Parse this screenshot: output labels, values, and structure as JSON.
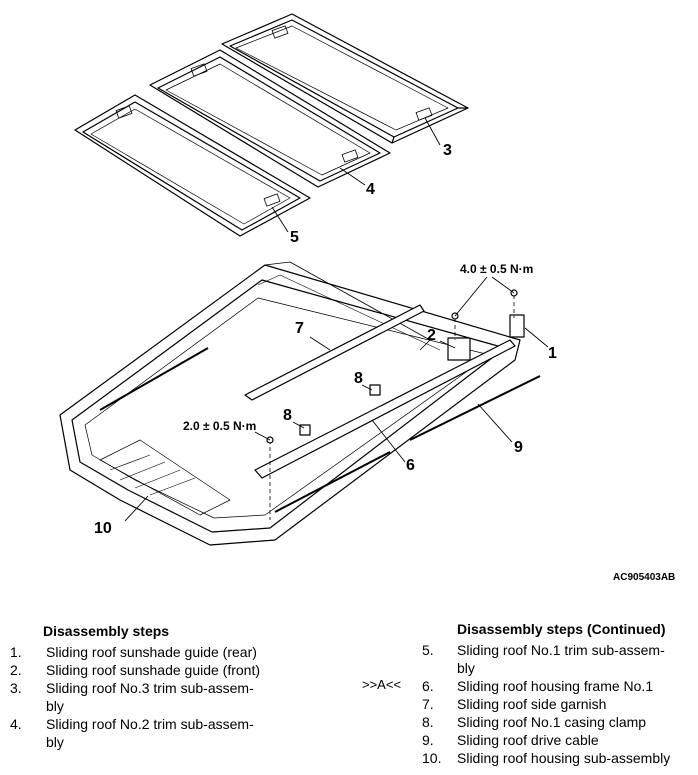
{
  "figure": {
    "id": "AC905403AB",
    "callouts": [
      "1",
      "2",
      "3",
      "4",
      "5",
      "6",
      "7",
      "8",
      "8",
      "9",
      "10"
    ],
    "torque_upper": "4.0 ± 0.5 N·m",
    "torque_lower": "2.0 ± 0.5 N·m"
  },
  "left_steps": {
    "title": "Disassembly steps",
    "items": [
      {
        "num": "1.",
        "lines": [
          "Sliding roof sunshade guide (rear)"
        ]
      },
      {
        "num": "2.",
        "lines": [
          "Sliding roof sunshade guide (front)"
        ]
      },
      {
        "num": "3.",
        "lines": [
          "Sliding roof No.3 trim sub-assem-",
          "bly"
        ]
      },
      {
        "num": "4.",
        "lines": [
          "Sliding roof No.2 trim sub-assem-",
          "bly"
        ]
      }
    ]
  },
  "right_steps": {
    "title": "Disassembly steps (Continued)",
    "marker": ">>A<<",
    "items": [
      {
        "num": "5.",
        "lines": [
          "Sliding roof No.1 trim sub-assem-",
          "bly"
        ]
      },
      {
        "num": "6.",
        "lines": [
          "Sliding roof housing frame No.1"
        ]
      },
      {
        "num": "7.",
        "lines": [
          "Sliding roof side garnish"
        ]
      },
      {
        "num": "8.",
        "lines": [
          "Sliding roof No.1 casing clamp"
        ]
      },
      {
        "num": "9.",
        "lines": [
          "Sliding roof drive cable"
        ]
      },
      {
        "num": "10.",
        "lines": [
          "Sliding roof housing sub-assembly"
        ]
      }
    ]
  }
}
